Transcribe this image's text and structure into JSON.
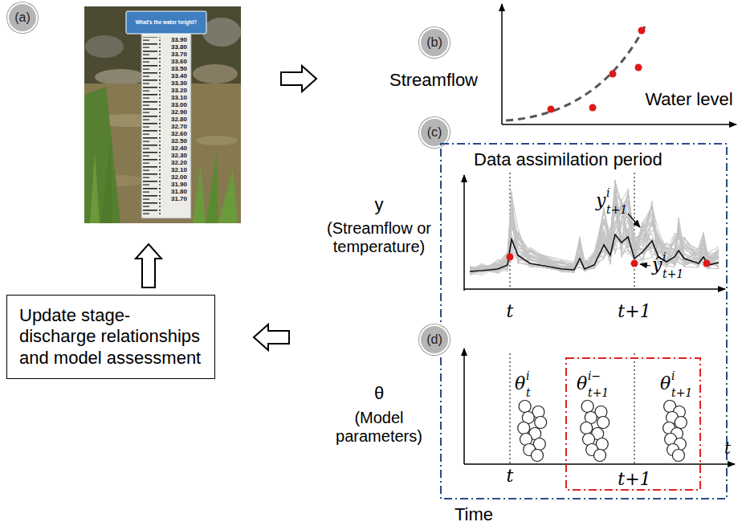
{
  "diagram": {
    "nodes": [
      {
        "text": [
          "(a)"
        ]
      },
      {
        "text": [
          "(b)"
        ]
      },
      {
        "text": [
          "(c)"
        ]
      },
      {
        "text": [
          "Data assimilation period"
        ]
      },
      {
        "text": [
          "(d)"
        ]
      },
      {
        "text": [
          "Update stage- discharge relationships and model assessment"
        ]
      }
    ],
    "labels": [
      "Streamflow",
      "Water level",
      "y",
      "(Streamflow or temperature)",
      "y",
      "i",
      "t+1",
      "ŷ",
      "i",
      "t+1",
      "t",
      "t+1",
      "θ",
      "(Model parameters)",
      "θ",
      "i",
      "t",
      "θ",
      "i−",
      "t+1",
      "θ",
      "i",
      "t+1",
      "t",
      "t",
      "t+1",
      "Time",
      "What's the water height?",
      "33.90",
      "33.80",
      "33.70",
      "33.60",
      "33.50",
      "33.40",
      "33.30",
      "33.20",
      "33.10",
      "33.00",
      "32.90",
      "32.80",
      "32.70",
      "32.60",
      "32.50",
      "32.40",
      "32.30",
      "32.20",
      "32.10",
      "32.00",
      "31.90",
      "31.80",
      "31.70"
    ]
  }
}
